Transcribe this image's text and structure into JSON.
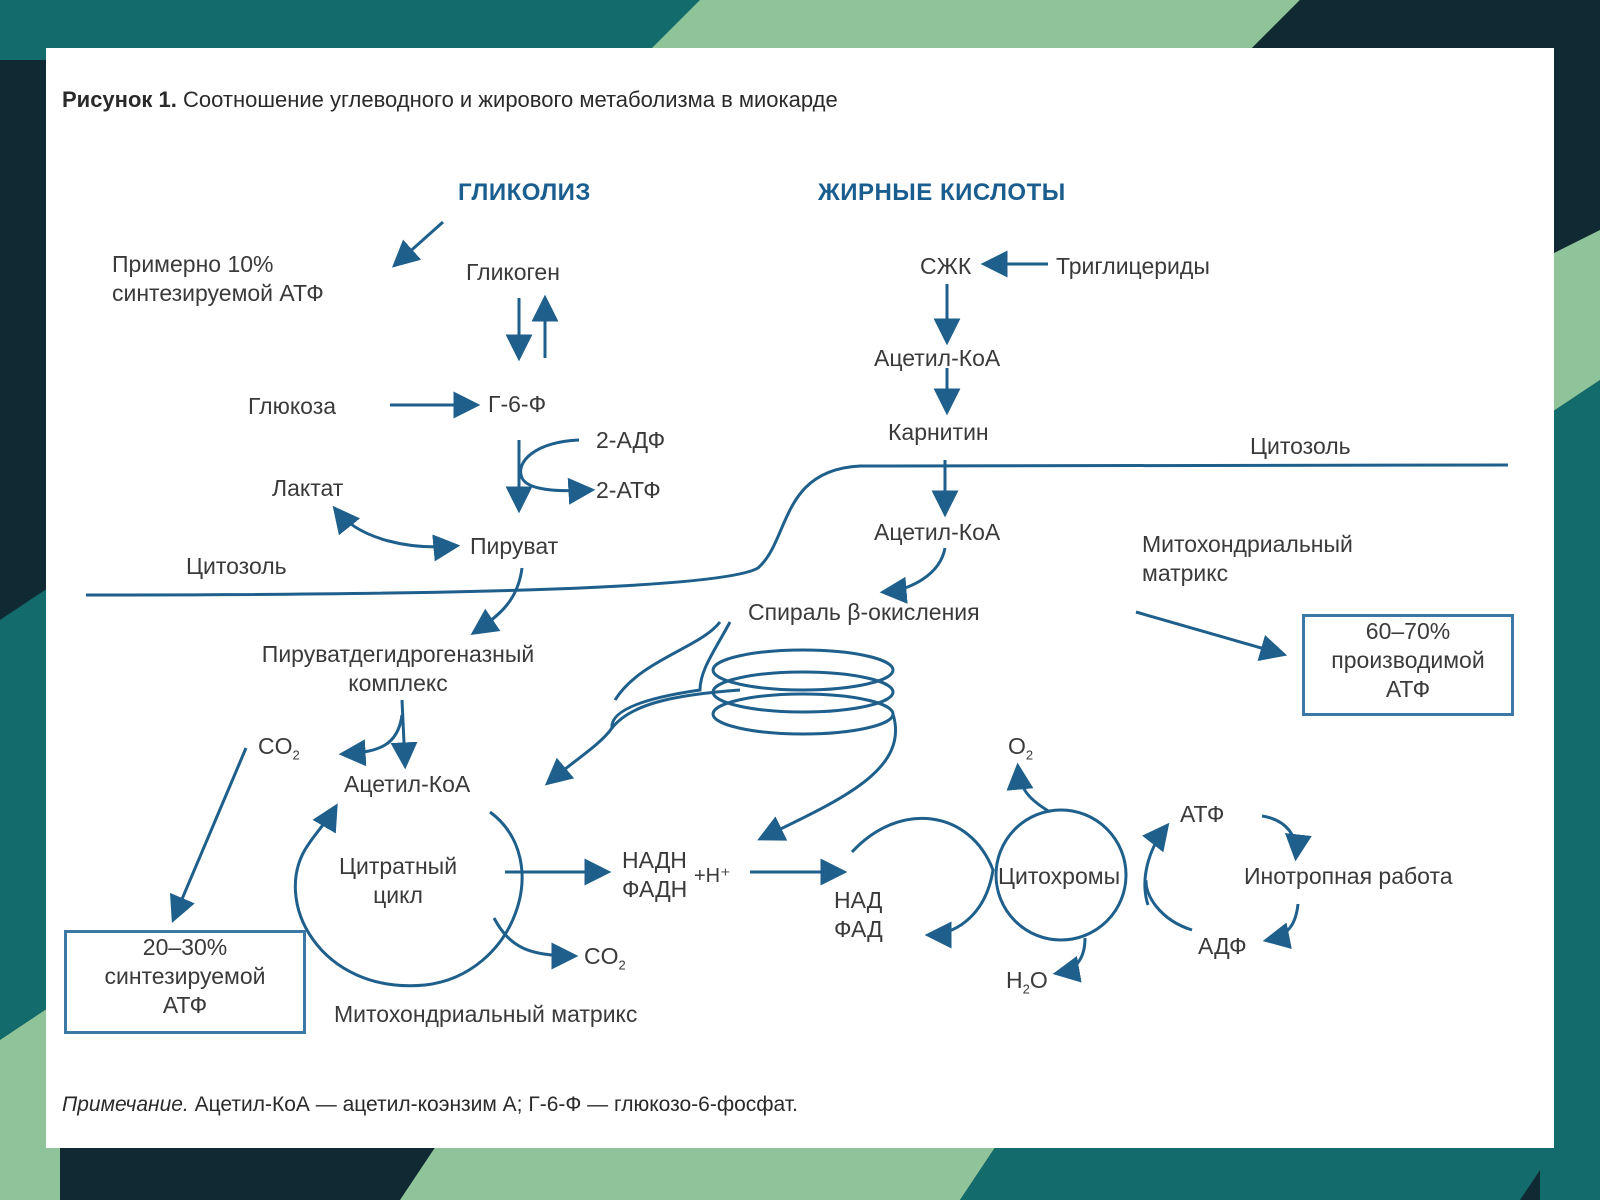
{
  "title": {
    "prefix": "Рисунок 1.",
    "text": " Соотношение углеводного и жирового метаболизма в миокарде"
  },
  "headers": {
    "glycolysis": "ГЛИКОЛИЗ",
    "fatty_acids": "ЖИРНЫЕ КИСЛОТЫ"
  },
  "nodes": {
    "approx_10_line1": "Примерно 10%",
    "approx_10_line2": "синтезируемой АТФ",
    "glycogen": "Гликоген",
    "glucose": "Глюкоза",
    "g6p": "Г-6-Ф",
    "adp2": "2-АДФ",
    "atp2": "2-АТФ",
    "lactate": "Лактат",
    "pyruvate": "Пируват",
    "cytosol_left": "Цитозоль",
    "cytosol_right": "Цитозоль",
    "pdh_line1": "Пируватдегидрогеназный",
    "pdh_line2": "комплекс",
    "co2_top": "CO",
    "acetyl_coa_main": "Ацетил-КоА",
    "citrate_line1": "Цитратный",
    "citrate_line2": "цикл",
    "nadh": "НАДН",
    "fadh": "ФАДН",
    "h_plus": "+H⁺",
    "co2_bottom": "CO",
    "mito_matrix_bottom": "Митохондриальный матрикс",
    "nad": "НАД",
    "fad": "ФАД",
    "cytochromes": "Цитохромы",
    "o2": "O",
    "h2o_h": "H",
    "h2o_o": "O",
    "atp": "АТФ",
    "adp": "АДФ",
    "inotropic": "Инотропная работа",
    "ffa": "СЖК",
    "triglycerides": "Триглицериды",
    "acetyl_coa_fa1": "Ацетил-КоА",
    "carnitine": "Карнитин",
    "acetyl_coa_fa2": "Ацетил-КоА",
    "beta_spiral": "Спираль β-окисления",
    "mito_matrix_right_line1": "Митохондриальный",
    "mito_matrix_right_line2": "матрикс",
    "sub2": "2"
  },
  "boxes": {
    "left_line1": "20–30%",
    "left_line2": "синтезируемой",
    "left_line3": "АТФ",
    "right_line1": "60–70%",
    "right_line2": "производимой",
    "right_line3": "АТФ"
  },
  "note": {
    "label": "Примечание.",
    "text": " Ацетил-КоА — ацетил-коэнзим А; Г-6-Ф — глюкозо-6-фосфат."
  },
  "colors": {
    "line": "#1e5f8c",
    "header": "#1a5d8f",
    "frame_dark": "#0f2a33",
    "frame_teal": "#136b6b",
    "frame_green": "#8fc49b"
  }
}
